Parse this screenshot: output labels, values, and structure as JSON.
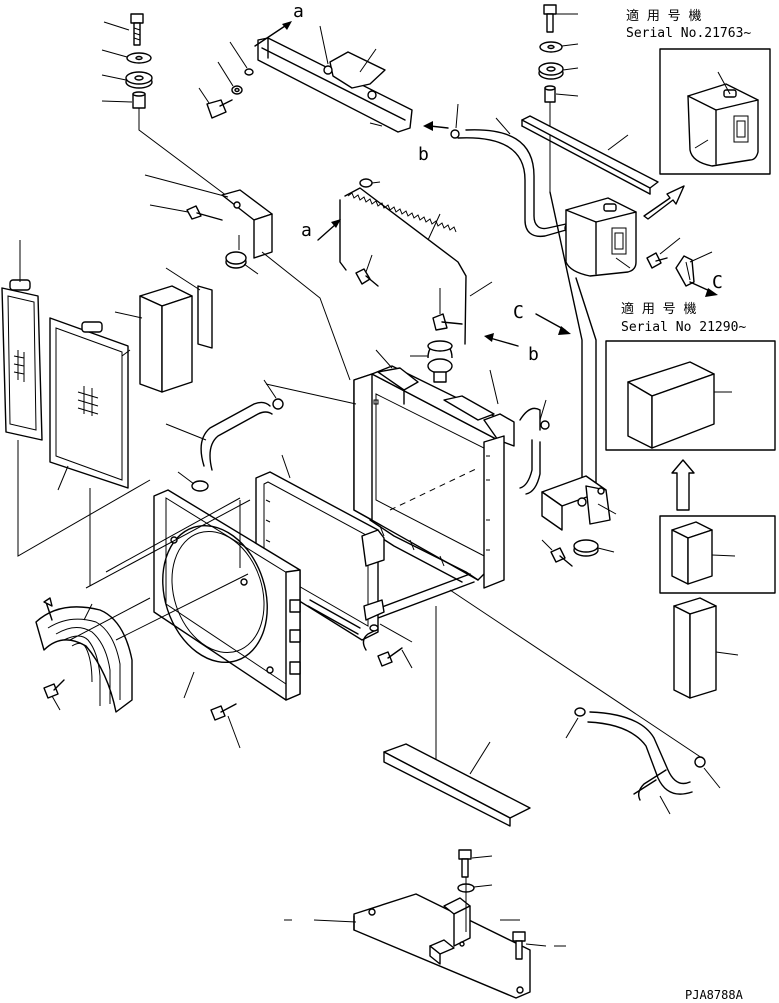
{
  "notes": {
    "top_right_line1": "適 用 号 機",
    "top_right_line2": "Serial No.21763~",
    "mid_right_line1": "適 用 号 機",
    "mid_right_line2": "Serial No 21290~"
  },
  "markers": {
    "a_top": "a",
    "a_mid": "a",
    "b_top": "b",
    "b_mid": "b",
    "c_right": "C",
    "c_mid": "C"
  },
  "drawing_code": "PJA8788A"
}
